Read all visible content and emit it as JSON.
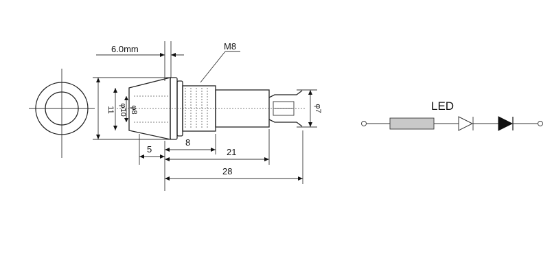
{
  "drawing": {
    "dimensions": {
      "bezel_offset": "6.0mm",
      "thread": "M8",
      "height_11": "11",
      "dia_10": "φ10",
      "dia_8": "φ8",
      "dia_7": "φ7",
      "len_5": "5",
      "len_8": "8",
      "len_21": "21",
      "len_28": "28"
    }
  },
  "schematic": {
    "label": "LED"
  }
}
